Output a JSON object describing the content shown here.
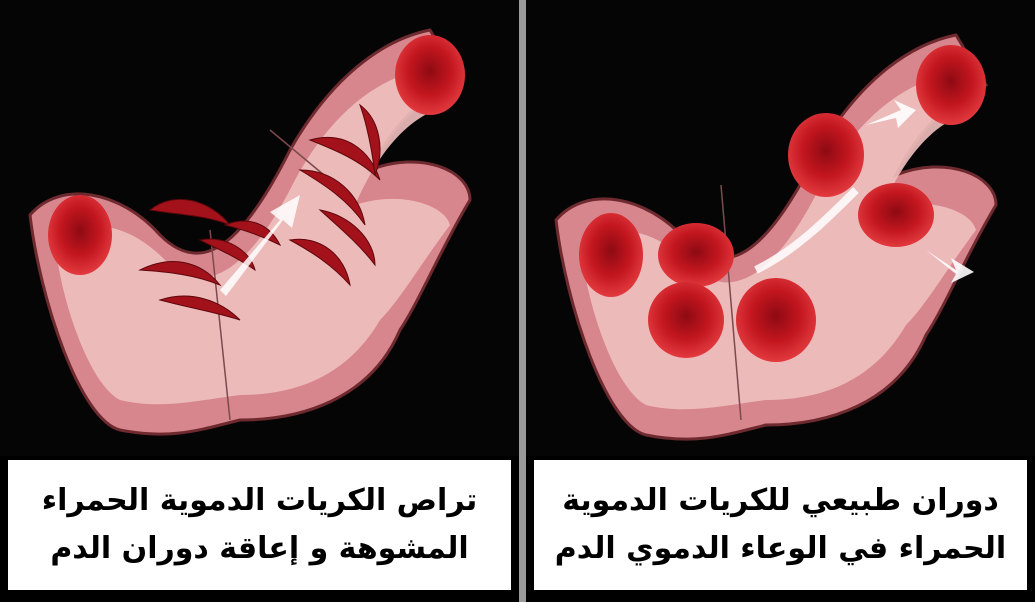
{
  "panels": {
    "left": {
      "caption_line1": "تراص الكريات الدموية الحمراء",
      "caption_line2": "المشوهة و إعاقة دوران الدم"
    },
    "right": {
      "caption_line1": "دوران طبيعي للكريات الدموية",
      "caption_line2": "الحمراء في الوعاء الدموي الدم"
    }
  },
  "colors": {
    "background": "#000000",
    "vessel_wall": "#e8a3a8",
    "vessel_inner": "#f3c7c6",
    "red_cell": "#b3121b",
    "divider": "#9a9a9a",
    "caption_bg": "#ffffff"
  }
}
